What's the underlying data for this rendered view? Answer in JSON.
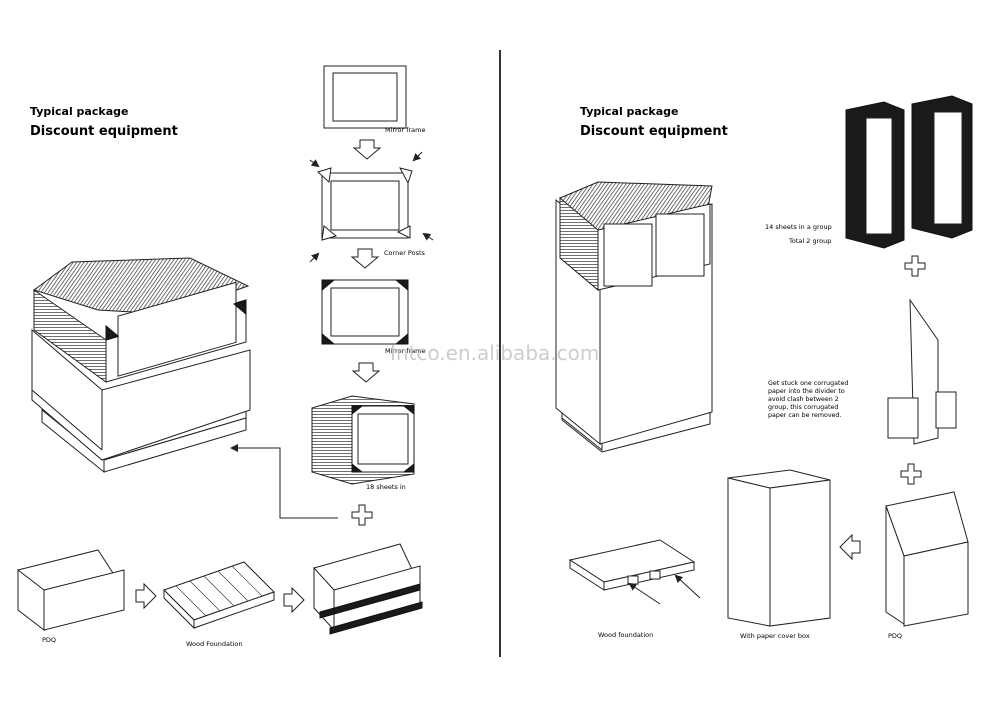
{
  "left": {
    "heading": "Typical package",
    "subheading": "Discount equipment",
    "labels": {
      "mirror_frame": "Mirror frame",
      "corner_posts": "Corner Posts",
      "mirror_frame_2": "Mirror frame",
      "sheets": "18 sheets in",
      "pdq": "PDQ",
      "wood_foundation": "Wood Foundation"
    }
  },
  "right": {
    "heading": "Typical package",
    "subheading": "Discount equipment",
    "labels": {
      "sheets_group": "14 sheets in a group",
      "total_group": "Total 2 group",
      "note": [
        "Get stuck one corrugated",
        "paper into the divider to",
        "avoid clash between 2",
        "group, this corrugated",
        "paper can be removed."
      ],
      "wood_foundation": "Wood foundation",
      "paper_cover_box": "With paper cover box",
      "pdq": "PDQ"
    }
  },
  "watermark": "Intco.en.alibaba.com"
}
